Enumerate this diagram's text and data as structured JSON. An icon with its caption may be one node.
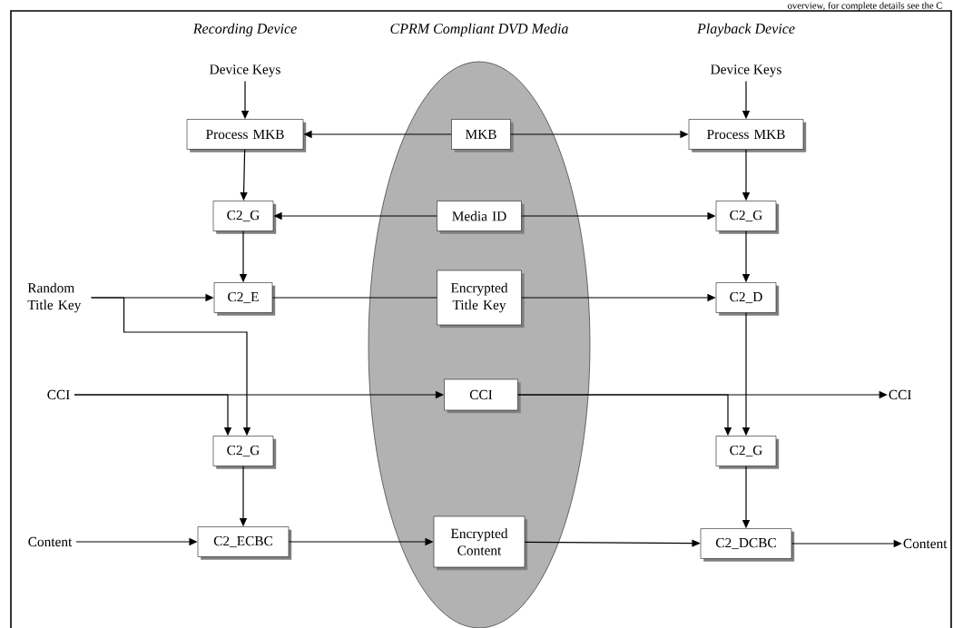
{
  "diagram": {
    "nodes": [
      {
        "text": [
          "CPRM Compliant DVD Media"
        ]
      },
      {
        "text": [
          "Device Keys"
        ]
      },
      {
        "text": [
          "Device Keys"
        ]
      },
      {
        "text": [
          "Process MKB"
        ]
      },
      {
        "text": [
          "MKB"
        ],
        "in": 0
      },
      {
        "text": [
          "Process MKB"
        ]
      },
      {
        "text": [
          "C2_G"
        ]
      },
      {
        "text": [
          "Media ID"
        ],
        "in": 0
      },
      {
        "text": [
          "C2_G"
        ]
      },
      {
        "text": [
          "Random Title Key"
        ]
      },
      {
        "text": [
          "C2_E"
        ]
      },
      {
        "text": [
          "Encrypted Title Key"
        ],
        "in": 0
      },
      {
        "text": [
          "C2_D"
        ]
      },
      {
        "text": [
          "CCI"
        ]
      },
      {
        "text": [
          "CCI"
        ],
        "in": 0
      },
      {
        "text": [
          "CCI"
        ]
      },
      {
        "text": [
          "C2_G"
        ]
      },
      {
        "text": [
          "C2_G"
        ]
      },
      {
        "text": [
          "Content"
        ]
      },
      {
        "text": [
          "C2_ECBC"
        ]
      },
      {
        "text": [
          "Encrypted Content"
        ],
        "in": 0
      },
      {
        "text": [
          "C2_DCBC"
        ]
      },
      {
        "text": [
          "Content"
        ]
      }
    ],
    "edges": [
      {
        "from": 1,
        "to": 3,
        "arrow": "to"
      },
      {
        "from": 4,
        "to": 3,
        "arrow": "to"
      },
      {
        "from": 4,
        "to": 5,
        "arrow": "to"
      },
      {
        "from": 2,
        "to": 5,
        "arrow": "to"
      },
      {
        "from": 3,
        "to": 6,
        "arrow": "to"
      },
      {
        "from": 7,
        "to": 6,
        "arrow": "to"
      },
      {
        "from": 7,
        "to": 8,
        "arrow": "to"
      },
      {
        "from": 5,
        "to": 8,
        "arrow": "to"
      },
      {
        "from": 6,
        "to": 10,
        "arrow": "to"
      },
      {
        "from": 9,
        "to": 10,
        "arrow": "to"
      },
      {
        "from": 10,
        "to": 11,
        "arrow": "none"
      },
      {
        "from": 11,
        "to": 12,
        "arrow": "to"
      },
      {
        "from": 8,
        "to": 12,
        "arrow": "to"
      },
      {
        "from": 9,
        "to": 16,
        "arrow": "to"
      },
      {
        "from": 13,
        "to": 14,
        "arrow": "to"
      },
      {
        "from": 13,
        "to": 16,
        "arrow": "to"
      },
      {
        "from": 14,
        "to": 15,
        "arrow": "to"
      },
      {
        "from": 12,
        "to": 17,
        "arrow": "to"
      },
      {
        "from": 14,
        "to": 17,
        "arrow": "to"
      },
      {
        "from": 16,
        "to": 19,
        "arrow": "to"
      },
      {
        "from": 18,
        "to": 19,
        "arrow": "to"
      },
      {
        "from": 19,
        "to": 20,
        "arrow": "to"
      },
      {
        "from": 20,
        "to": 21,
        "arrow": "to"
      },
      {
        "from": 17,
        "to": 21,
        "arrow": "to"
      },
      {
        "from": 21,
        "to": 22,
        "arrow": "to"
      }
    ],
    "labels": [
      "overview, for complete details see the C",
      "Recording Device",
      "Playback Device"
    ]
  }
}
